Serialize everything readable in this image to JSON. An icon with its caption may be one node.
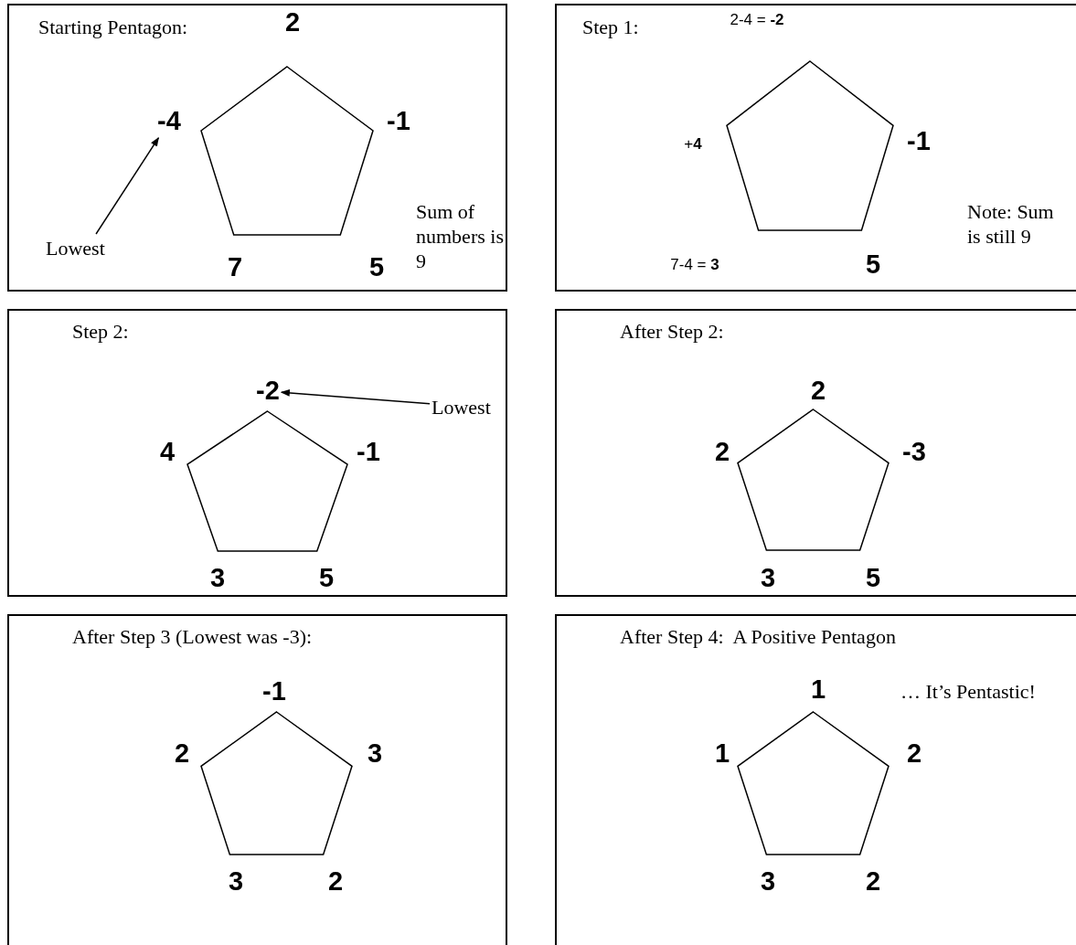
{
  "diagram": {
    "nodes": [
      {
        "text": [
          "Starting Pentagon:"
        ]
      },
      {
        "text": [],
        "shape": "pentagon",
        "in": 0
      },
      {
        "text": [
          "2"
        ],
        "in": 0
      },
      {
        "text": [
          "-1"
        ],
        "in": 0
      },
      {
        "text": [
          "5"
        ],
        "in": 0
      },
      {
        "text": [
          "7"
        ],
        "in": 0
      },
      {
        "text": [
          "-4"
        ],
        "in": 0
      },
      {
        "text": [
          "Lowest"
        ],
        "in": 0
      },
      {
        "text": [
          "Sum of numbers is 9"
        ],
        "in": 0
      },
      {
        "text": [
          "Step 1:"
        ]
      },
      {
        "text": [],
        "shape": "pentagon",
        "in": 9
      },
      {
        "text": [
          "2-4 = **-2**"
        ],
        "in": 9
      },
      {
        "text": [
          "+**4**"
        ],
        "in": 9
      },
      {
        "text": [
          "-1"
        ],
        "in": 9
      },
      {
        "text": [
          "5"
        ],
        "in": 9
      },
      {
        "text": [
          "7-4 = **3**"
        ],
        "in": 9
      },
      {
        "text": [
          "Note: Sum is still 9"
        ],
        "in": 9
      },
      {
        "text": [
          "Step 2:"
        ]
      },
      {
        "text": [],
        "shape": "pentagon",
        "in": 17
      },
      {
        "text": [
          "-2"
        ],
        "in": 17
      },
      {
        "text": [
          "Lowest"
        ],
        "in": 17
      },
      {
        "text": [
          "4"
        ],
        "in": 17
      },
      {
        "text": [
          "-1"
        ],
        "in": 17
      },
      {
        "text": [
          "3"
        ],
        "in": 17
      },
      {
        "text": [
          "5"
        ],
        "in": 17
      },
      {
        "text": [
          "After Step 2:"
        ]
      },
      {
        "text": [],
        "shape": "pentagon",
        "in": 25
      },
      {
        "text": [
          "2"
        ],
        "in": 25
      },
      {
        "text": [
          "2"
        ],
        "in": 25
      },
      {
        "text": [
          "-3"
        ],
        "in": 25
      },
      {
        "text": [
          "3"
        ],
        "in": 25
      },
      {
        "text": [
          "5"
        ],
        "in": 25
      },
      {
        "text": [
          "After Step 3 (Lowest was -3):"
        ]
      },
      {
        "text": [],
        "shape": "pentagon",
        "in": 32
      },
      {
        "text": [
          "-1"
        ],
        "in": 32
      },
      {
        "text": [
          "2"
        ],
        "in": 32
      },
      {
        "text": [
          "3"
        ],
        "in": 32
      },
      {
        "text": [
          "3"
        ],
        "in": 32
      },
      {
        "text": [
          "2"
        ],
        "in": 32
      },
      {
        "text": [
          "After Step 4:  A Positive Pentagon"
        ]
      },
      {
        "text": [],
        "shape": "pentagon",
        "in": 39
      },
      {
        "text": [
          "1"
        ],
        "in": 39
      },
      {
        "text": [
          "… It’s Pentastic!"
        ],
        "in": 39
      },
      {
        "text": [
          "1"
        ],
        "in": 39
      },
      {
        "text": [
          "2"
        ],
        "in": 39
      },
      {
        "text": [
          "3"
        ],
        "in": 39
      },
      {
        "text": [
          "2"
        ],
        "in": 39
      }
    ],
    "edges": [
      {
        "from": 7,
        "to": 6,
        "arrow": "to"
      },
      {
        "from": 20,
        "to": 19,
        "arrow": "to"
      }
    ]
  }
}
